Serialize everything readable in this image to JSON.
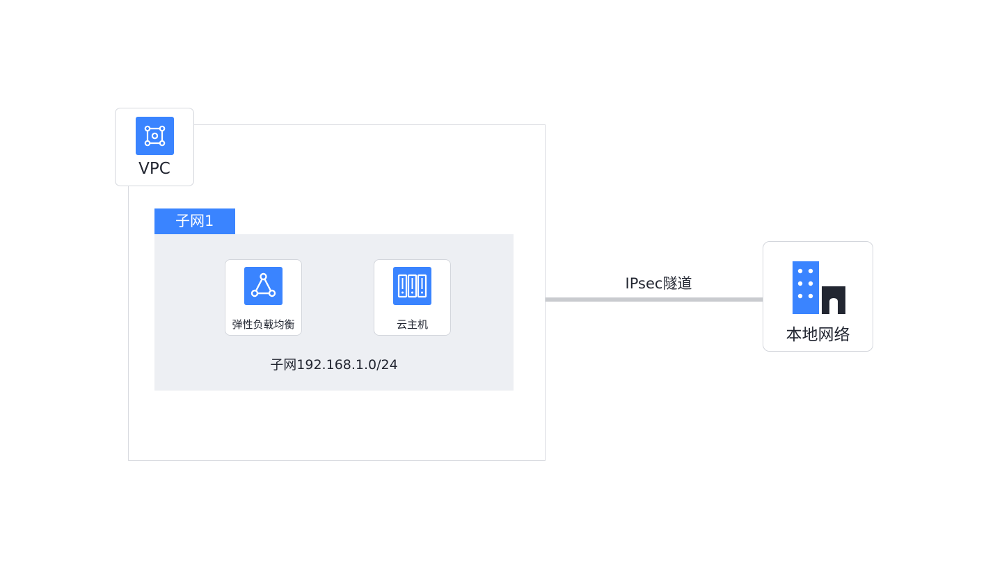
{
  "vpc": {
    "label": "VPC",
    "icon": "vpc-icon"
  },
  "subnet": {
    "tab_label": "子网1",
    "cidr_label": "子网192.168.1.0/24",
    "nodes": [
      {
        "label": "弹性负载均衡",
        "icon": "load-balancer-icon"
      },
      {
        "label": "云主机",
        "icon": "server-icon"
      }
    ]
  },
  "tunnel": {
    "label": "IPsec隧道"
  },
  "onprem": {
    "label": "本地网络",
    "icon": "building-icon"
  },
  "colors": {
    "accent": "#3a84ff",
    "panel": "#edeff3",
    "border": "#d3d6dc",
    "line": "#c9cbcf",
    "dark": "#222631"
  }
}
